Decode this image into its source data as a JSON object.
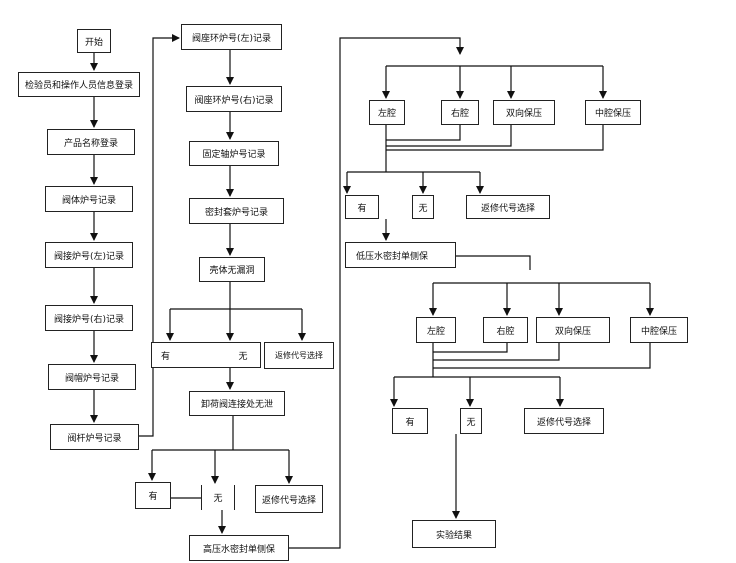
{
  "nodes": {
    "start": "开始",
    "inspector_login": "检验员和操作人员信息登录",
    "product_name": "产品名称登录",
    "body_furnace": "阀体炉号记录",
    "conn_left": "阀接炉号(左)记录",
    "conn_right": "阀接炉号(右)记录",
    "cap_furnace": "阀帽炉号记录",
    "stem_furnace": "阀杆炉号记录",
    "seat_ring_left": "阀座环炉号(左)记录",
    "seat_ring_right": "阀座环炉号(右)记录",
    "fixed_shaft": "固定轴炉号记录",
    "seal_sleeve": "密封套炉号记录",
    "shell_no_leak": "壳体无漏洞",
    "yes1": "有",
    "no1": "无",
    "rework1": "返修代号选择",
    "unload_valve": "卸荷阀连接处无泄",
    "yes2": "有",
    "no2": "无",
    "rework2": "返修代号选择",
    "hp_water_seal": "高压水密封单侧保",
    "left_cavity1": "左腔",
    "right_cavity1": "右腔",
    "bidir1": "双向保压",
    "mid_cavity1": "中腔保压",
    "yes3": "有",
    "no3": "无",
    "rework3": "返修代号选择",
    "lp_water_seal": "低压水密封单侧保",
    "left_cavity2": "左腔",
    "right_cavity2": "右腔",
    "bidir2": "双向保压",
    "mid_cavity2": "中腔保压",
    "yes4": "有",
    "no4": "无",
    "rework4": "返修代号选择",
    "result": "实验结果"
  }
}
